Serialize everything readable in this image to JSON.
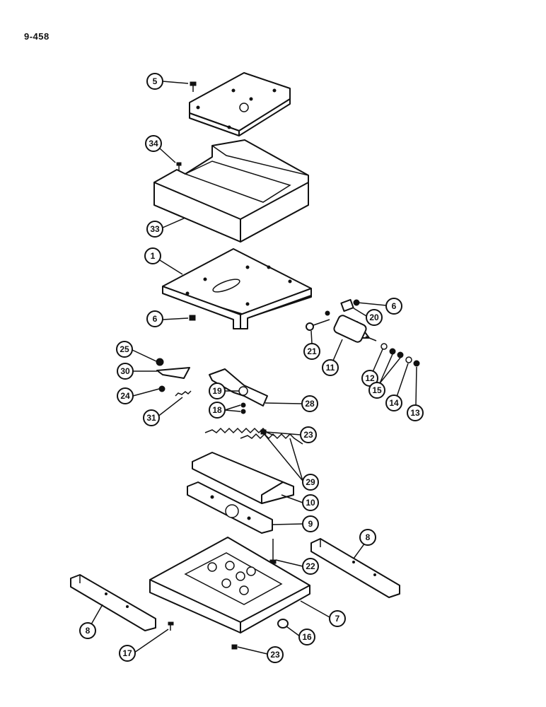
{
  "page_code": "9-458",
  "callouts": [
    {
      "id": "c5",
      "label": "5"
    },
    {
      "id": "c34",
      "label": "34"
    },
    {
      "id": "c33",
      "label": "33"
    },
    {
      "id": "c1",
      "label": "1"
    },
    {
      "id": "c6a",
      "label": "6"
    },
    {
      "id": "c6b",
      "label": "6"
    },
    {
      "id": "c20",
      "label": "20"
    },
    {
      "id": "c21",
      "label": "21"
    },
    {
      "id": "c11",
      "label": "11"
    },
    {
      "id": "c12",
      "label": "12"
    },
    {
      "id": "c15",
      "label": "15"
    },
    {
      "id": "c14",
      "label": "14"
    },
    {
      "id": "c13",
      "label": "13"
    },
    {
      "id": "c25",
      "label": "25"
    },
    {
      "id": "c30",
      "label": "30"
    },
    {
      "id": "c24",
      "label": "24"
    },
    {
      "id": "c31",
      "label": "31"
    },
    {
      "id": "c19",
      "label": "19"
    },
    {
      "id": "c18",
      "label": "18"
    },
    {
      "id": "c28",
      "label": "28"
    },
    {
      "id": "c23a",
      "label": "23"
    },
    {
      "id": "c29",
      "label": "29"
    },
    {
      "id": "c10",
      "label": "10"
    },
    {
      "id": "c9",
      "label": "9"
    },
    {
      "id": "c8a",
      "label": "8"
    },
    {
      "id": "c22",
      "label": "22"
    },
    {
      "id": "c7",
      "label": "7"
    },
    {
      "id": "c8b",
      "label": "8"
    },
    {
      "id": "c16",
      "label": "16"
    },
    {
      "id": "c17",
      "label": "17"
    },
    {
      "id": "c23b",
      "label": "23"
    }
  ]
}
